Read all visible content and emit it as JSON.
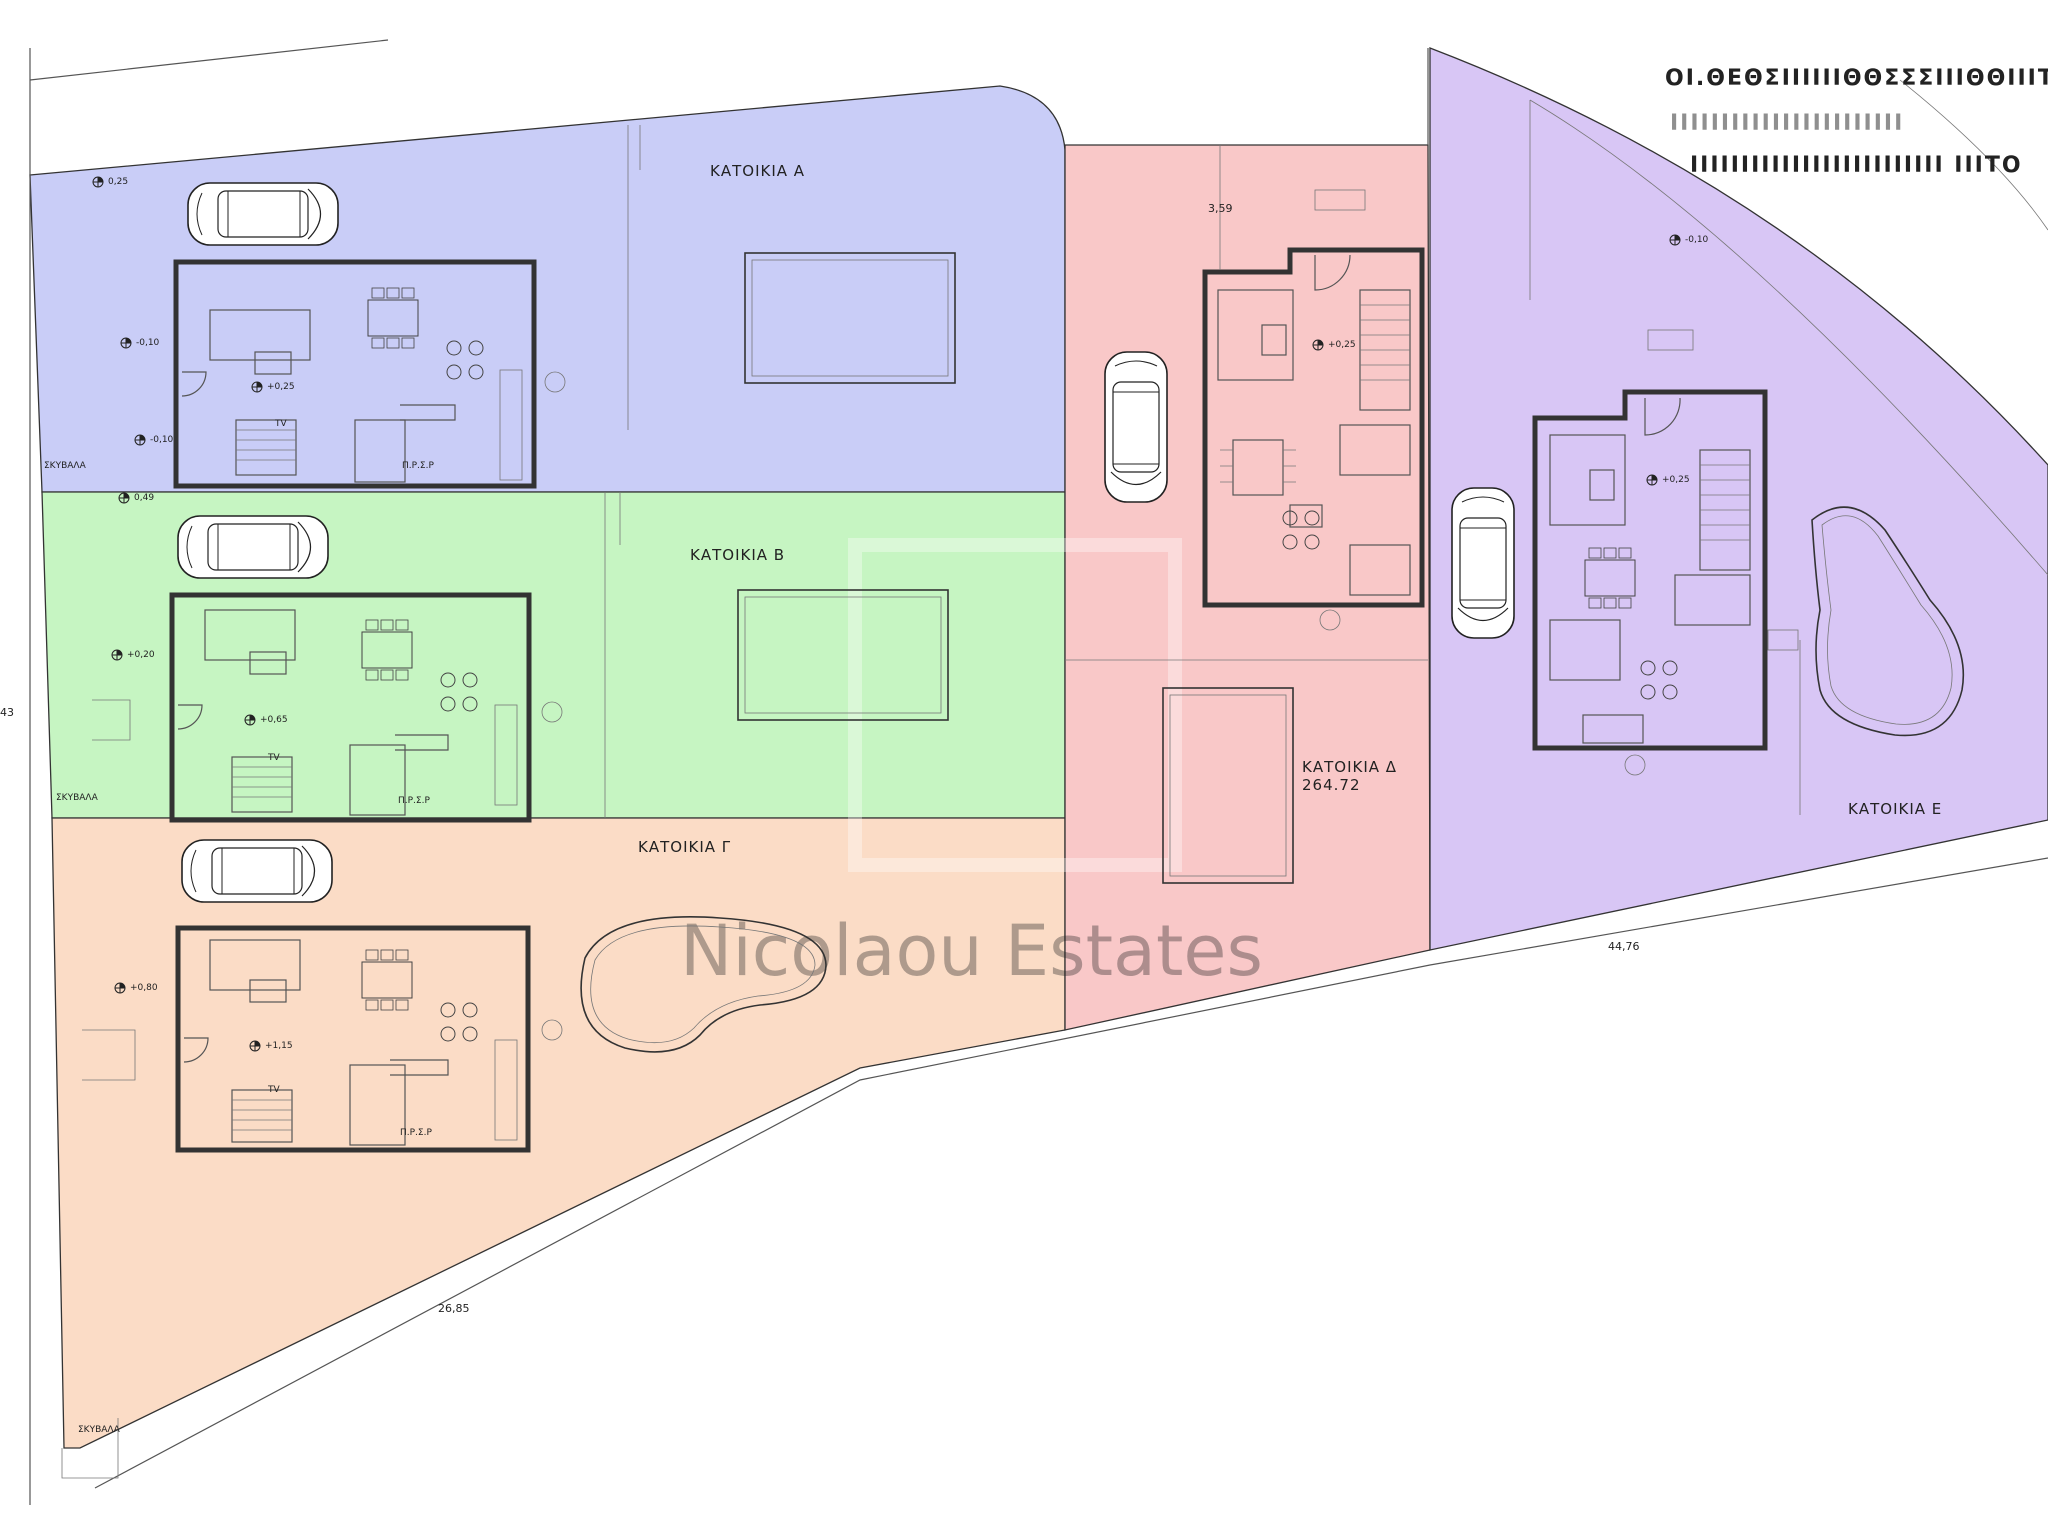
{
  "houses": [
    {
      "id": "a",
      "label": "ΚΑΤΟΙΚΙΑ Α",
      "color": "#c9cdf7"
    },
    {
      "id": "b",
      "label": "ΚΑΤΟΙΚΙΑ Β",
      "color": "#c6f5c2"
    },
    {
      "id": "g",
      "label": "ΚΑΤΟΙΚΙΑ Γ",
      "color": "#fbdcc6"
    },
    {
      "id": "d",
      "label": "ΚΑΤΟΙΚΙΑ Δ",
      "area": "264.72",
      "color": "#f9c8c8"
    },
    {
      "id": "e",
      "label": "ΚΑΤΟΙΚΙΑ Ε",
      "color": "#d8c6f5"
    }
  ],
  "dimensions": {
    "bottom_left": "26,85",
    "bottom_right": "44,76",
    "left_side": "43",
    "house_d_top": "3,59"
  },
  "levels": {
    "a1": "0,25",
    "a2": "-0,10",
    "a3": "+0,25",
    "a4": "-0,10",
    "b1": "0,49",
    "b2": "+0,20",
    "b3": "+0,65",
    "g1": "+0,80",
    "g2": "+1,15",
    "d1": "+0,25",
    "e1": "-0,10",
    "e2": "+0,25"
  },
  "labels": {
    "storage": "ΣΚΥΒΑΛΑ",
    "utility": "Π.Ρ.Σ.Ρ",
    "tv": "TV"
  },
  "watermark": "Nicolaou Estates",
  "header_text": [
    "ΟΙ.ΘΕΘΣΙΙΙΙΙΙΘΘΣΣΣΙΙΙΘΘΙΙΙΤ.Θ",
    "ΙΙΙΙΙΙΙΙΙΙΙΙΙΙΙΙΙΙΙΙΙΙΙ",
    "ΙΙΙΙΙΙΙΙΙΙΙΙΙΙΙΙΙΙΙΙΙΙΙΙΙ ΙΙΙΤΟ"
  ]
}
